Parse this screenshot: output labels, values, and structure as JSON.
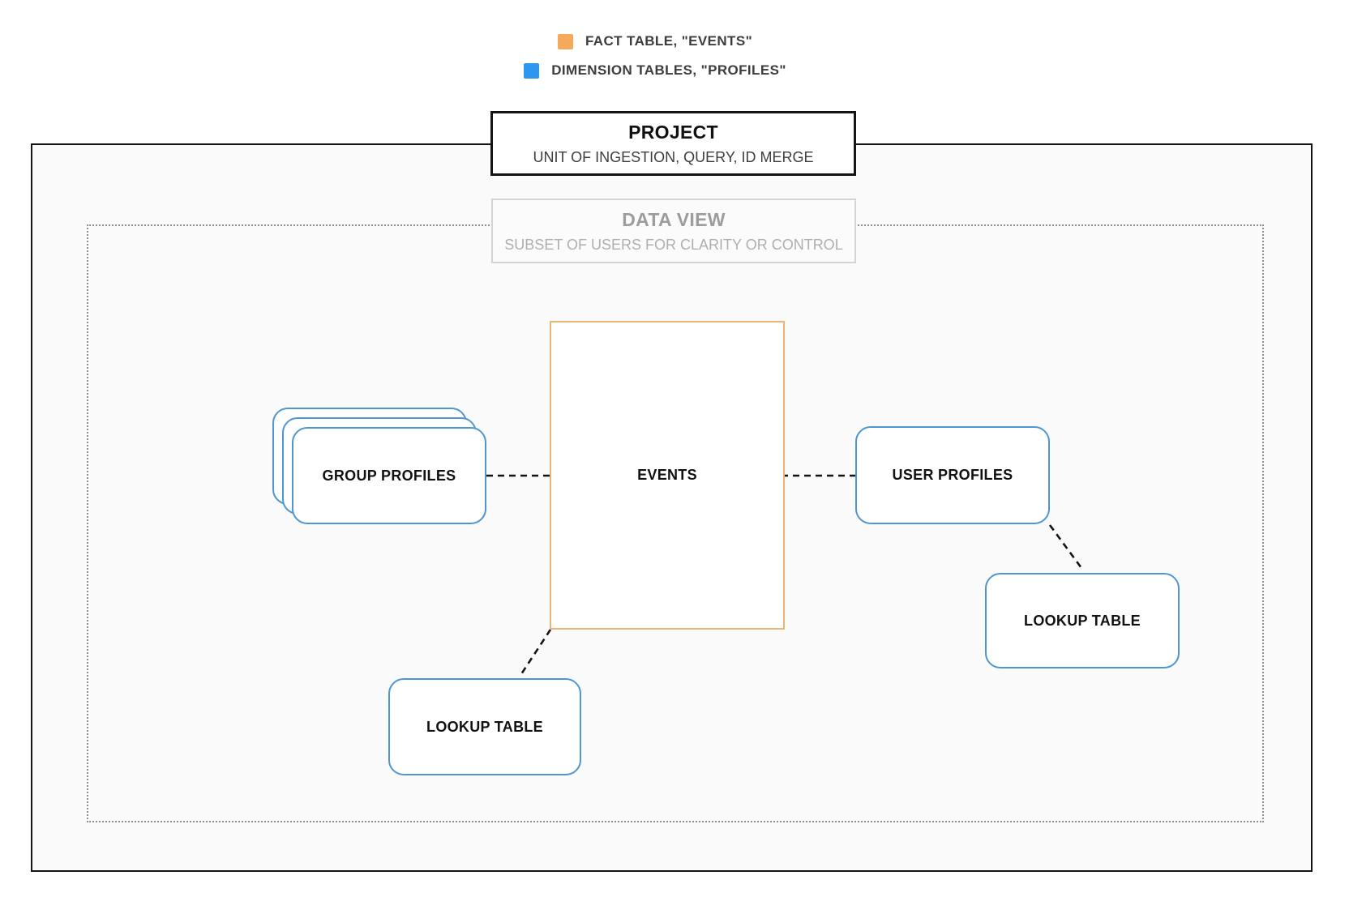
{
  "legend": {
    "items": [
      {
        "id": "fact",
        "label": "FACT TABLE, \"EVENTS\"",
        "swatch_color": "#F5AA5B"
      },
      {
        "id": "dimension",
        "label": "DIMENSION TABLES, \"PROFILES\"",
        "swatch_color": "#2F96F0"
      }
    ]
  },
  "containers": {
    "project": {
      "title": "PROJECT",
      "subtitle": "UNIT OF INGESTION, QUERY, ID MERGE"
    },
    "data_view": {
      "title": "DATA VIEW",
      "subtitle": "SUBSET OF USERS FOR CLARITY OR CONTROL"
    }
  },
  "nodes": {
    "events": {
      "label": "EVENTS",
      "kind": "fact-table"
    },
    "group_profiles": {
      "label": "GROUP PROFILES",
      "kind": "dimension-table",
      "stacked": true
    },
    "user_profiles": {
      "label": "USER PROFILES",
      "kind": "dimension-table"
    },
    "lookup_bottom": {
      "label": "LOOKUP TABLE",
      "kind": "dimension-table"
    },
    "lookup_right": {
      "label": "LOOKUP TABLE",
      "kind": "dimension-table"
    }
  },
  "edges": [
    {
      "from": "group_profiles",
      "to": "events",
      "style": "dashed"
    },
    {
      "from": "events",
      "to": "user_profiles",
      "style": "dashed"
    },
    {
      "from": "user_profiles",
      "to": "lookup_right",
      "style": "dashed"
    },
    {
      "from": "events",
      "to": "lookup_bottom",
      "style": "dashed"
    }
  ],
  "colors": {
    "fact_border": "#ECB472",
    "dimension_border": "#4E96D3",
    "connector": "#141414",
    "project_border": "#141414",
    "data_view_border": "#D4D4D4"
  }
}
